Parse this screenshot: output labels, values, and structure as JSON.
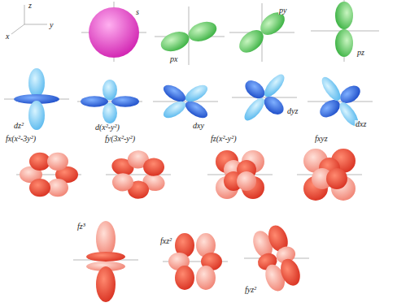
{
  "diagram": {
    "labels": [
      "z",
      "y",
      "x",
      "s",
      "px",
      "py",
      "pz",
      "dz²",
      "d(x²-y²)",
      "dxy",
      "dyz",
      "dxz",
      "fx(x²-3y²)",
      "fy(3x²-y²)",
      "fz(x²-y²)",
      "fxyz",
      "fz³",
      "fxz²",
      "fyz²"
    ]
  }
}
